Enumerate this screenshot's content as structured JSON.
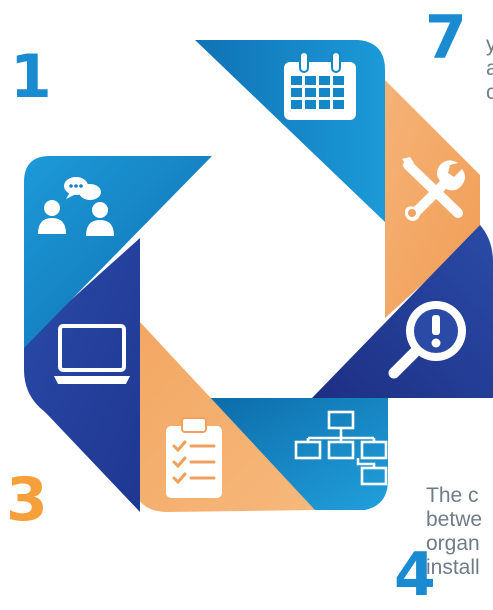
{
  "colors": {
    "blue_light": "#1c96d4",
    "blue_mid": "#0f71b3",
    "navy": "#24409b",
    "navy_dark": "#1d2f85",
    "orange": "#f6a862",
    "orange_dark": "#e9894a",
    "teal": "#1a8ec9",
    "text_gray": "#6f7d88"
  },
  "steps": [
    {
      "number": "1",
      "color": "#1a8bd0",
      "icon": "people-chat-icon"
    },
    {
      "number": "3",
      "color": "#f6a03c",
      "icon": "laptop-icon"
    },
    {
      "number": "4",
      "color": "#1a8bd0",
      "icon": "org-chart-icon"
    },
    {
      "number": "7",
      "color": "#1a8bd0",
      "icon": "calendar-icon"
    }
  ],
  "icons": [
    "calendar-icon",
    "tools-icon",
    "magnifier-alert-icon",
    "org-chart-icon",
    "checklist-icon",
    "laptop-icon",
    "people-chat-icon"
  ],
  "text_7": [
    "y",
    "a",
    "c"
  ],
  "text_4": [
    "The c",
    "betwe",
    "organ",
    "install"
  ]
}
